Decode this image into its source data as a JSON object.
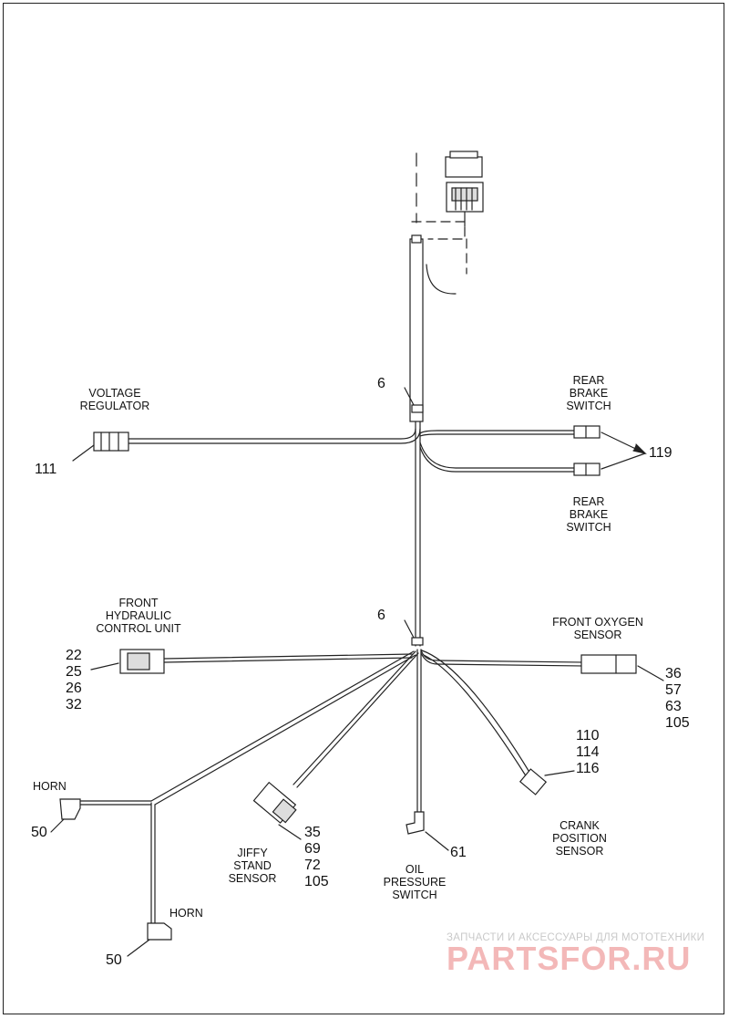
{
  "labels": {
    "voltage_regulator": "VOLTAGE\nREGULATOR",
    "rear_brake_switch_upper": "REAR\nBRAKE\nSWITCH",
    "rear_brake_switch_lower": "REAR\nBRAKE\nSWITCH",
    "front_hydraulic_control_unit": "FRONT\nHYDRAULIC\nCONTROL UNIT",
    "front_oxygen_sensor": "FRONT OXYGEN\nSENSOR",
    "horn_upper": "HORN",
    "horn_lower": "HORN",
    "jiffy_stand_sensor": "JIFFY\nSTAND\nSENSOR",
    "oil_pressure_switch": "OIL\nPRESSURE\nSWITCH",
    "crank_position_sensor": "CRANK\nPOSITION\nSENSOR"
  },
  "callouts": {
    "clip_upper": "6",
    "clip_lower": "6",
    "voltage_regulator": "111",
    "rear_brake_switch": "119",
    "front_hydraulic_control_unit": "22\n25\n26\n32",
    "front_oxygen_sensor": "36\n57\n63\n105",
    "crank_position_sensor": "110\n114\n116",
    "horn_upper": "50",
    "horn_lower": "50",
    "jiffy_stand_sensor": "35\n69\n72\n105",
    "oil_pressure_switch": "61"
  },
  "watermark": {
    "line1": "ЗАПЧАСТИ И АКСЕССУАРЫ ДЛЯ МОТОТЕХНИКИ",
    "line2": "PARTSFOR.RU"
  }
}
